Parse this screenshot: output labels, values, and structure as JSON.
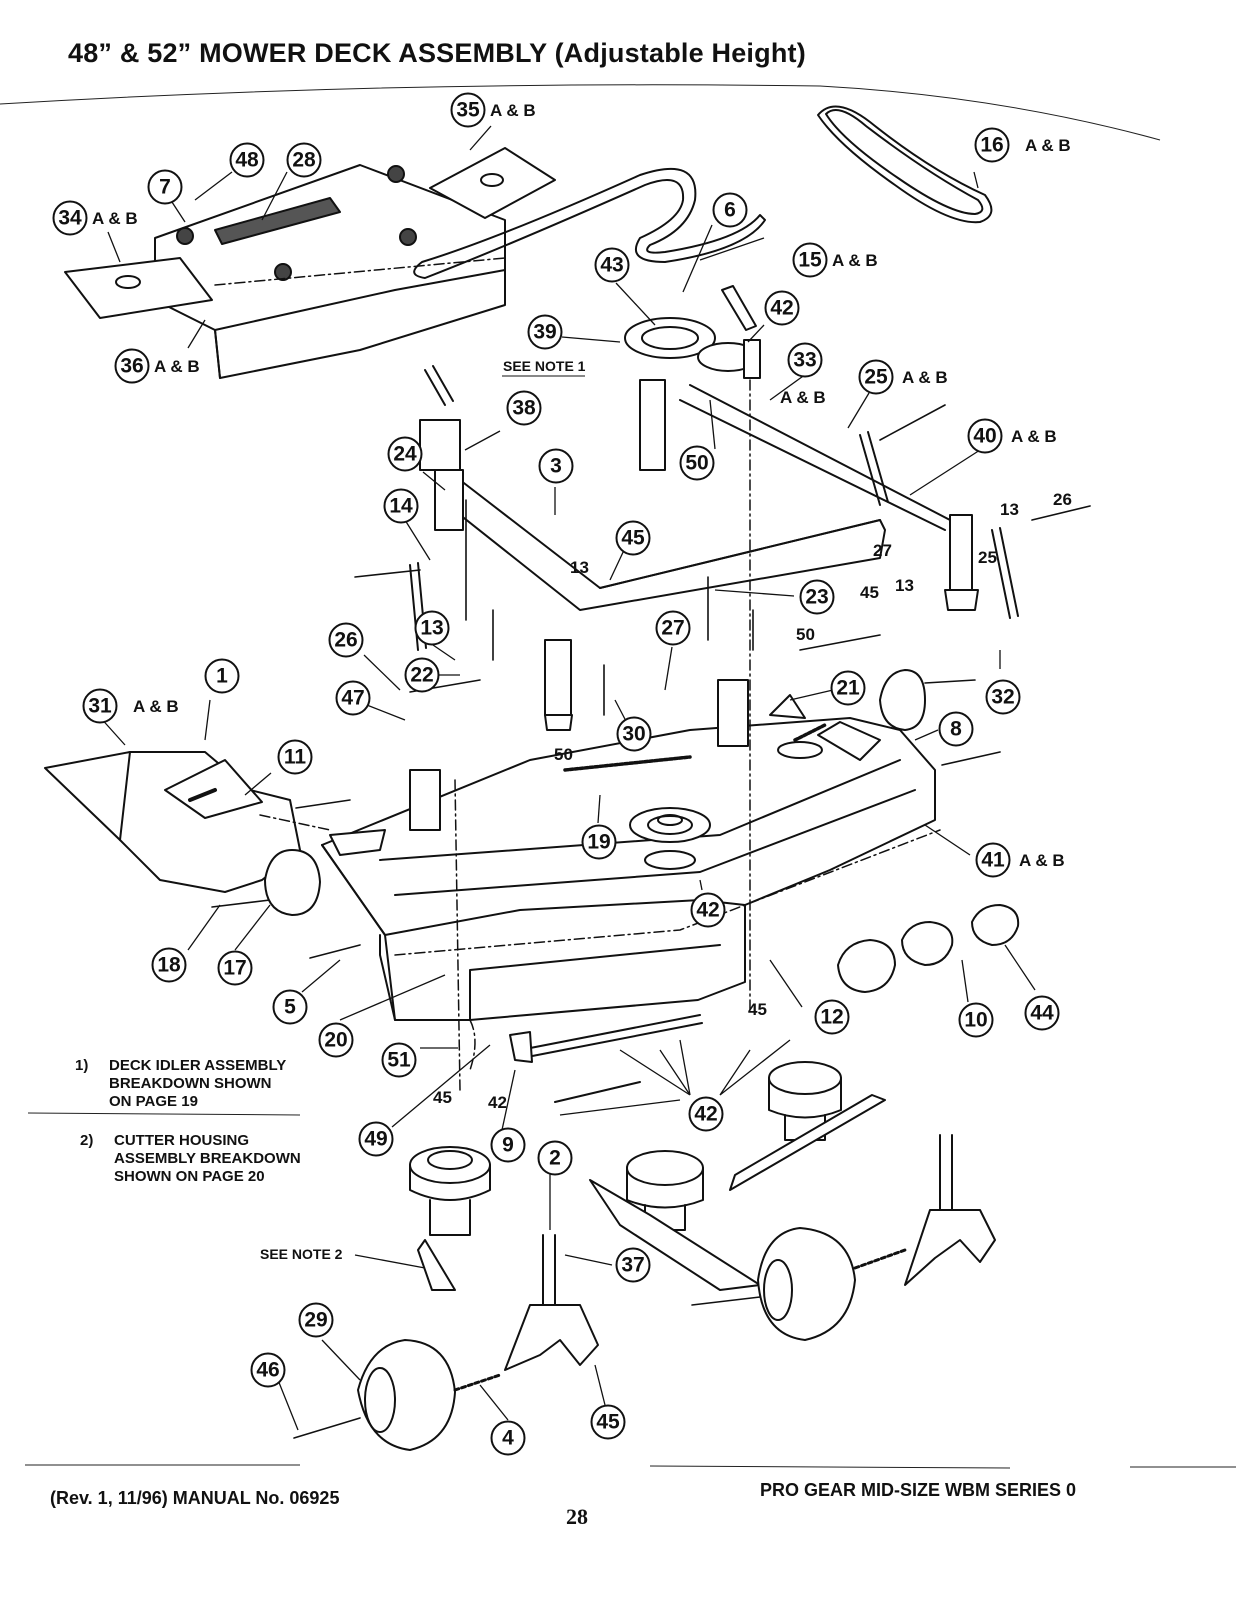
{
  "title": "48” & 52”  MOWER DECK ASSEMBLY (Adjustable Height)",
  "ab_suffix": "A & B",
  "see_note_1": "SEE NOTE 1",
  "see_note_2": "SEE NOTE 2",
  "notes": [
    {
      "number": "1)",
      "lines": [
        "DECK IDLER ASSEMBLY",
        "BREAKDOWN SHOWN",
        "ON PAGE 19"
      ]
    },
    {
      "number": "2)",
      "lines": [
        "CUTTER HOUSING",
        "ASSEMBLY BREAKDOWN",
        "SHOWN ON PAGE 20"
      ]
    }
  ],
  "callouts": [
    {
      "label": "35",
      "ab": true
    },
    {
      "label": "16",
      "ab": true
    },
    {
      "label": "48",
      "ab": false
    },
    {
      "label": "28",
      "ab": false
    },
    {
      "label": "7",
      "ab": false
    },
    {
      "label": "34",
      "ab": true
    },
    {
      "label": "6",
      "ab": false
    },
    {
      "label": "15",
      "ab": true
    },
    {
      "label": "43",
      "ab": false
    },
    {
      "label": "42",
      "ab": false
    },
    {
      "label": "39",
      "ab": false
    },
    {
      "label": "33",
      "ab": true
    },
    {
      "label": "36",
      "ab": true
    },
    {
      "label": "25",
      "ab": true
    },
    {
      "label": "38",
      "ab": false
    },
    {
      "label": "40",
      "ab": true
    },
    {
      "label": "24",
      "ab": false
    },
    {
      "label": "3",
      "ab": false
    },
    {
      "label": "50",
      "ab": false
    },
    {
      "label": "14",
      "ab": false
    },
    {
      "label": "45",
      "ab": false
    },
    {
      "label": "23",
      "ab": false
    },
    {
      "label": "27",
      "ab": false
    },
    {
      "label": "26",
      "ab": false
    },
    {
      "label": "13",
      "ab": false
    },
    {
      "label": "1",
      "ab": false
    },
    {
      "label": "22",
      "ab": false
    },
    {
      "label": "21",
      "ab": false
    },
    {
      "label": "32",
      "ab": false
    },
    {
      "label": "31",
      "ab": true
    },
    {
      "label": "47",
      "ab": false
    },
    {
      "label": "30",
      "ab": false
    },
    {
      "label": "8",
      "ab": false
    },
    {
      "label": "11",
      "ab": false
    },
    {
      "label": "19",
      "ab": false
    },
    {
      "label": "41",
      "ab": true
    },
    {
      "label": "42",
      "ab": false
    },
    {
      "label": "18",
      "ab": false
    },
    {
      "label": "17",
      "ab": false
    },
    {
      "label": "5",
      "ab": false
    },
    {
      "label": "12",
      "ab": false
    },
    {
      "label": "10",
      "ab": false
    },
    {
      "label": "44",
      "ab": false
    },
    {
      "label": "20",
      "ab": false
    },
    {
      "label": "51",
      "ab": false
    },
    {
      "label": "42",
      "ab": false
    },
    {
      "label": "49",
      "ab": false
    },
    {
      "label": "9",
      "ab": false
    },
    {
      "label": "2",
      "ab": false
    },
    {
      "label": "37",
      "ab": false
    },
    {
      "label": "29",
      "ab": false
    },
    {
      "label": "46",
      "ab": false
    },
    {
      "label": "45",
      "ab": false
    },
    {
      "label": "4",
      "ab": false
    }
  ],
  "plain_labels": [
    "13",
    "26",
    "27",
    "45",
    "13",
    "25",
    "13",
    "50",
    "50",
    "45",
    "45",
    "42"
  ],
  "footer_left": "(Rev. 1, 11/96) MANUAL No. 06925",
  "footer_right": "PRO GEAR MID-SIZE WBM SERIES 0",
  "page_number": "28",
  "colors": {
    "ink": "#111111",
    "paper": "#ffffff"
  }
}
